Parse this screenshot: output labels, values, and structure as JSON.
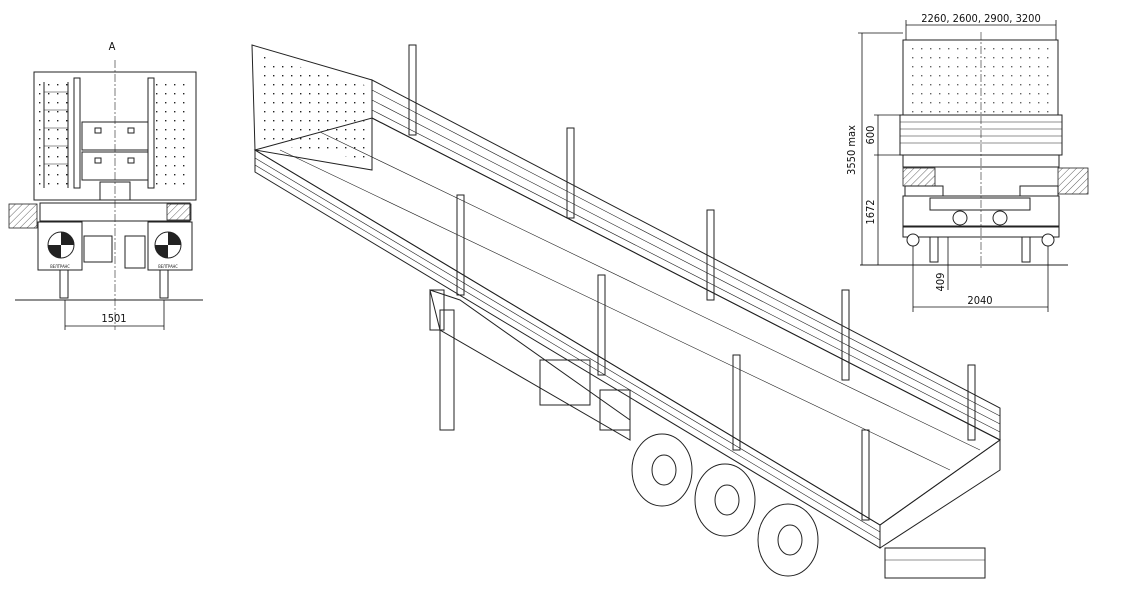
{
  "drawing": {
    "title": "Flatbed semi-trailer with stakes, general arrangement",
    "front_view": {
      "section_label": "A",
      "track_width": "1501",
      "logo_text": [
        "ВЕЛТРАНС",
        "ВЕЛТРАНС"
      ]
    },
    "rear_view": {
      "width_options": "2260, 2600, 2900, 3200",
      "overall_height": "3550 max",
      "side_board_height": "600",
      "deck_height": "1672",
      "ground_clearance": "409",
      "track_width": "2040"
    }
  }
}
